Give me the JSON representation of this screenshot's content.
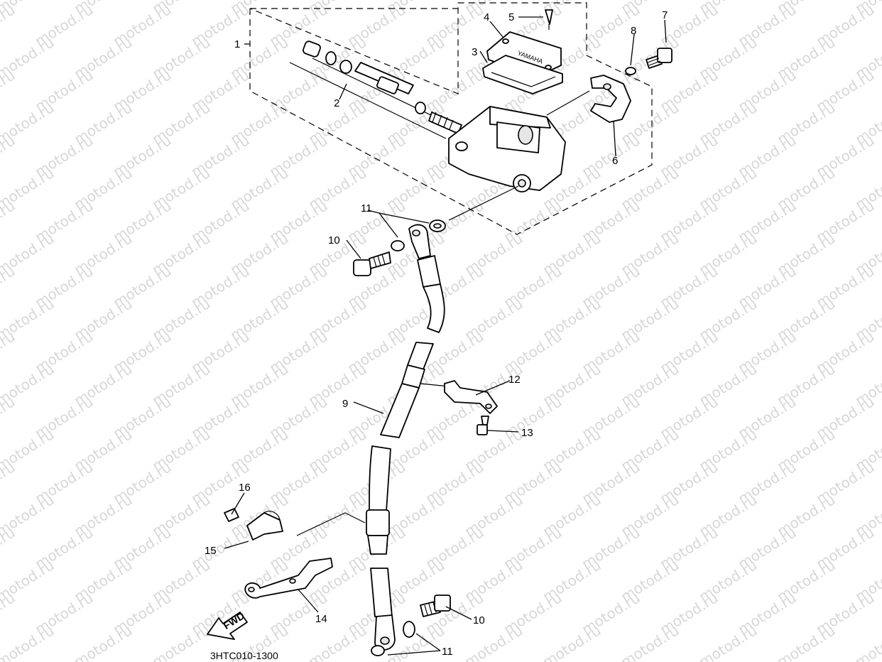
{
  "watermark": "motod.ru",
  "callouts": {
    "c1": "1",
    "c2": "2",
    "c3": "3",
    "c4": "4",
    "c5": "5",
    "c6": "6",
    "c7": "7",
    "c8": "8",
    "c9": "9",
    "c10a": "10",
    "c10b": "10",
    "c11a": "11",
    "c11b": "11",
    "c12": "12",
    "c13": "13",
    "c14": "14",
    "c15": "15",
    "c16": "16"
  },
  "fwd_label": "FWD",
  "diagram_code": "3HTC010-1300"
}
